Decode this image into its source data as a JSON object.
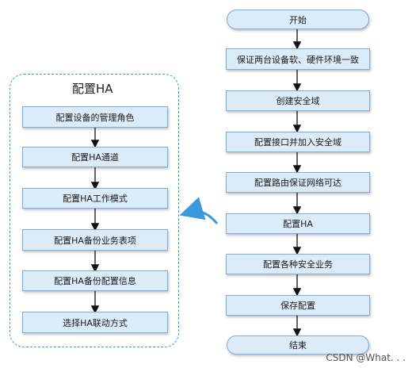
{
  "main_flow": {
    "start": "开始",
    "steps": [
      "保证两台设备软、硬件环境一致",
      "创建安全域",
      "配置接口并加入安全域",
      "配置路由保证网络可达",
      "配置HA",
      "配置各种安全业务",
      "保存配置"
    ],
    "end": "结束"
  },
  "ha_group": {
    "title": "配置HA",
    "steps": [
      "配置设备的管理角色",
      "配置HA通道",
      "配置HA工作模式",
      "配置HA备份业务表项",
      "配置HA备份配置信息",
      "选择HA联动方式"
    ]
  },
  "colors": {
    "node_fill": "#dcebf8",
    "node_border": "#7aaedb",
    "group_border": "#3a9ad9",
    "arrow": "#111111",
    "link_arrow": "#3a9ad9"
  },
  "watermark": "CSDN @What. . ."
}
